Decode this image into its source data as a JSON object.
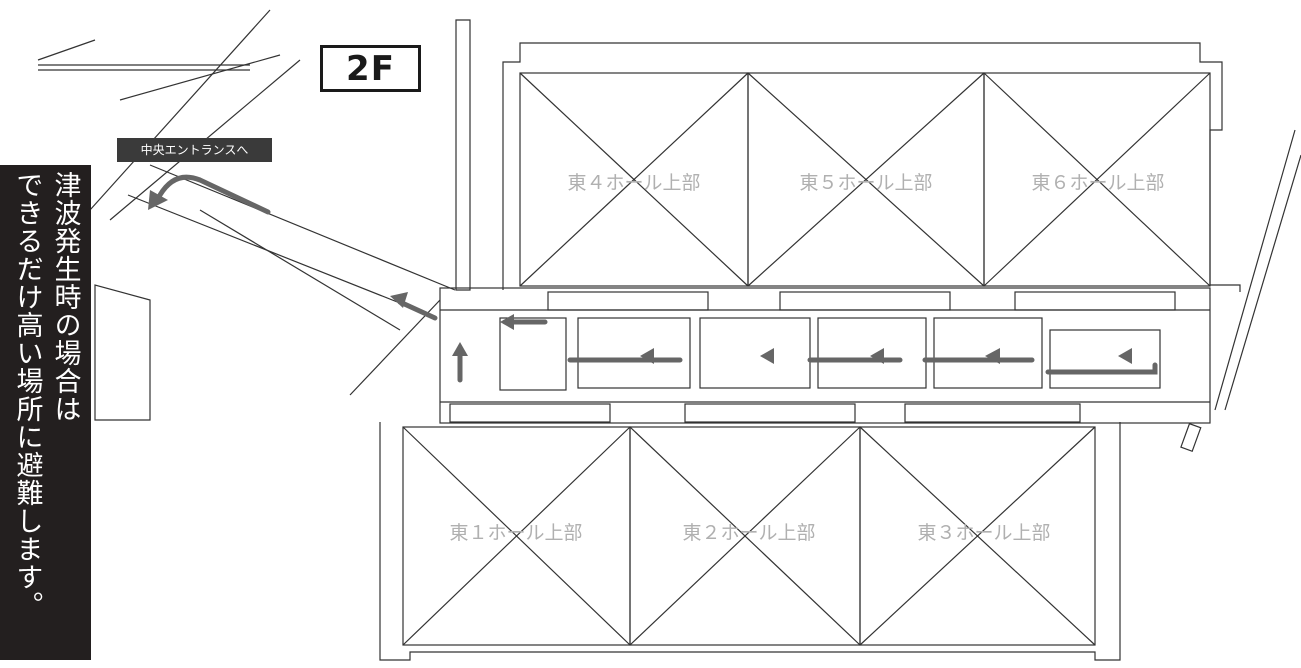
{
  "floor_label": "2F",
  "entrance_label": "中央エントランスへ",
  "notice": {
    "line1": "津波発生時の場合は",
    "line2": "できるだけ高い場所に避難します。"
  },
  "halls": {
    "h1": "東１ホール上部",
    "h2": "東２ホール上部",
    "h3": "東３ホール上部",
    "h4": "東４ホール上部",
    "h5": "東５ホール上部",
    "h6": "東６ホール上部"
  },
  "colors": {
    "route_arrow": "#666666",
    "line": "#333333",
    "label_gray": "#b0b0b0",
    "notice_bg": "#231f1f"
  }
}
